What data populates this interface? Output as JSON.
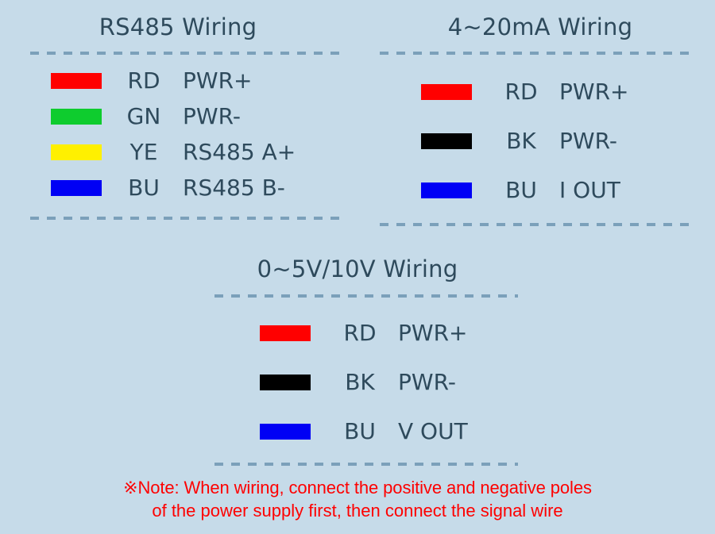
{
  "background_color": "#c6dbe9",
  "text_color": "#2e4a5c",
  "divider_color": "#7ba0ba",
  "note_color": "#fe0000",
  "panels": [
    {
      "id": "rs485",
      "title": "RS485 Wiring",
      "rows": [
        {
          "color": "#ff0000",
          "color_name": "red",
          "code": "RD",
          "function": "PWR+"
        },
        {
          "color": "#0ecc2e",
          "color_name": "green",
          "code": "GN",
          "function": "PWR-"
        },
        {
          "color": "#fff000",
          "color_name": "yellow",
          "code": "YE",
          "function": "RS485 A+"
        },
        {
          "color": "#0000f5",
          "color_name": "blue",
          "code": "BU",
          "function": "RS485 B-"
        }
      ]
    },
    {
      "id": "current-loop",
      "title": "4~20mA Wiring",
      "rows": [
        {
          "color": "#ff0000",
          "color_name": "red",
          "code": "RD",
          "function": "PWR+"
        },
        {
          "color": "#000000",
          "color_name": "black",
          "code": "BK",
          "function": "PWR-"
        },
        {
          "color": "#0000f5",
          "color_name": "blue",
          "code": "BU",
          "function": "I OUT"
        }
      ]
    },
    {
      "id": "voltage",
      "title": "0~5V/10V Wiring",
      "rows": [
        {
          "color": "#ff0000",
          "color_name": "red",
          "code": "RD",
          "function": "PWR+"
        },
        {
          "color": "#000000",
          "color_name": "black",
          "code": "BK",
          "function": "PWR-"
        },
        {
          "color": "#0000f5",
          "color_name": "blue",
          "code": "BU",
          "function": "V OUT"
        }
      ]
    }
  ],
  "note": {
    "line1": "※Note: When wiring, connect the positive and negative poles",
    "line2": "of the power supply first, then connect the signal wire"
  }
}
